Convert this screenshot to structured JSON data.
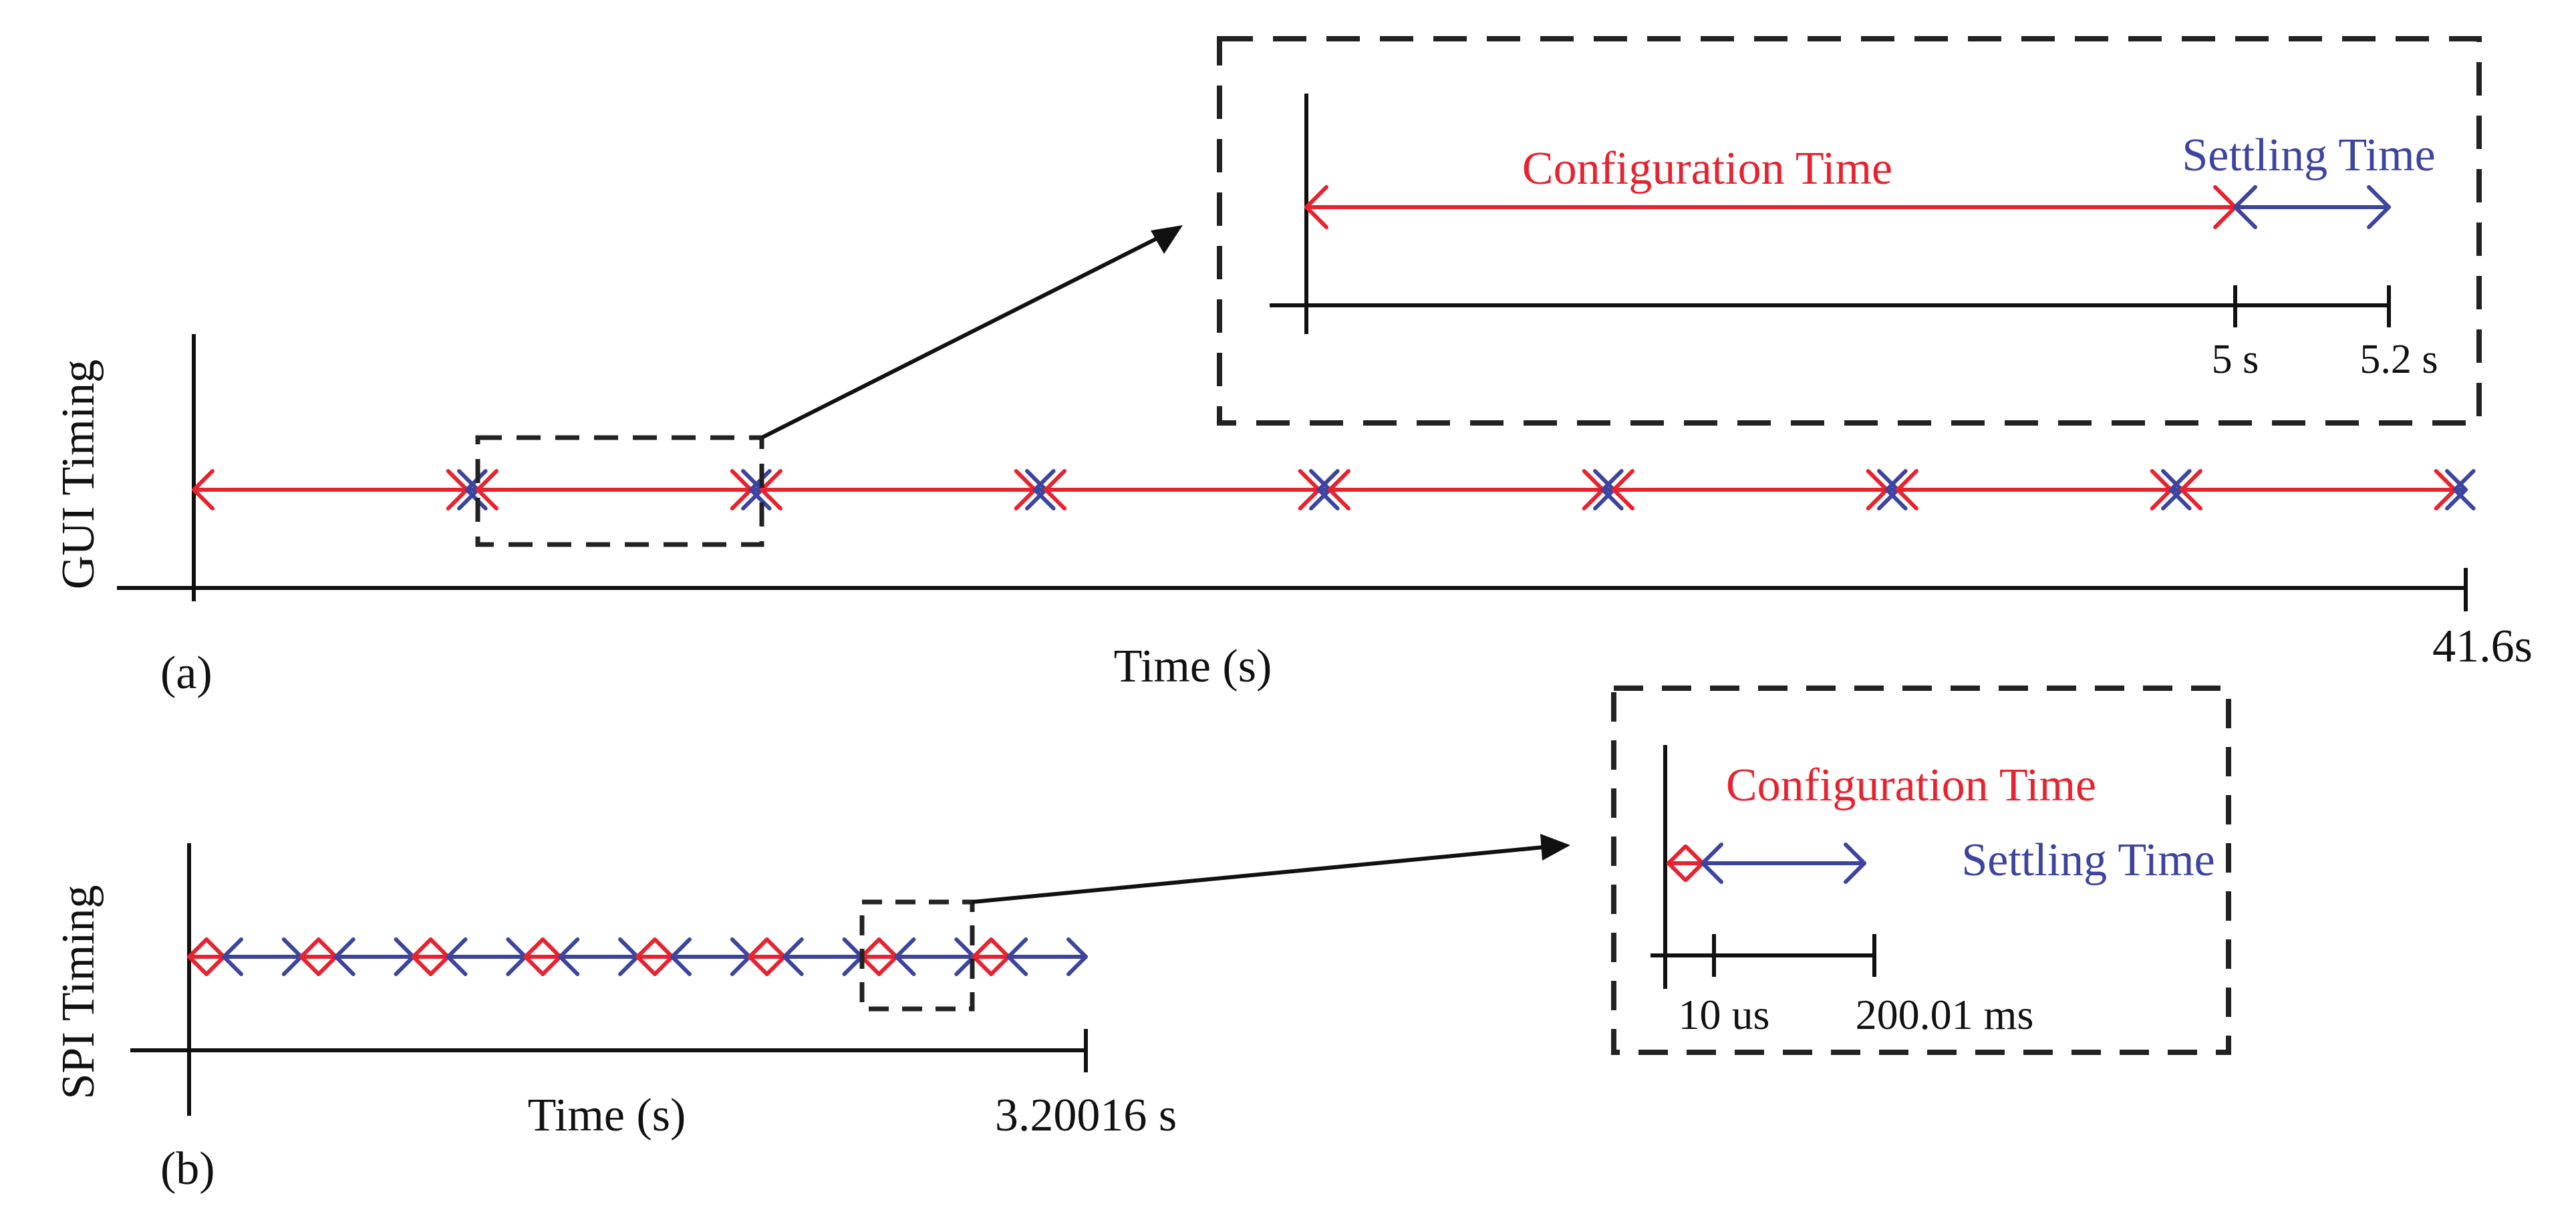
{
  "colors": {
    "configuration": "#e8222e",
    "settling": "#3d44a0",
    "axis": "#111111"
  },
  "panel_a": {
    "ylabel": "GUI Timing",
    "xlabel": "Time (s)",
    "panel_label": "(a)",
    "end_label": "41.6s",
    "cycles": 8,
    "config_duration": "5 s",
    "settling_end": "5.2 s",
    "inset": {
      "config_label": "Configuration Time",
      "settling_label": "Settling Time",
      "tick1": "5 s",
      "tick2": "5.2 s"
    }
  },
  "panel_b": {
    "ylabel": "SPI Timing",
    "xlabel": "Time (s)",
    "panel_label": "(b)",
    "end_label": "3.20016 s",
    "cycles": 8,
    "inset": {
      "config_label": "Configuration Time",
      "settling_label": "Settling Time",
      "tick1": "10 us",
      "tick2": "200.01 ms"
    }
  }
}
